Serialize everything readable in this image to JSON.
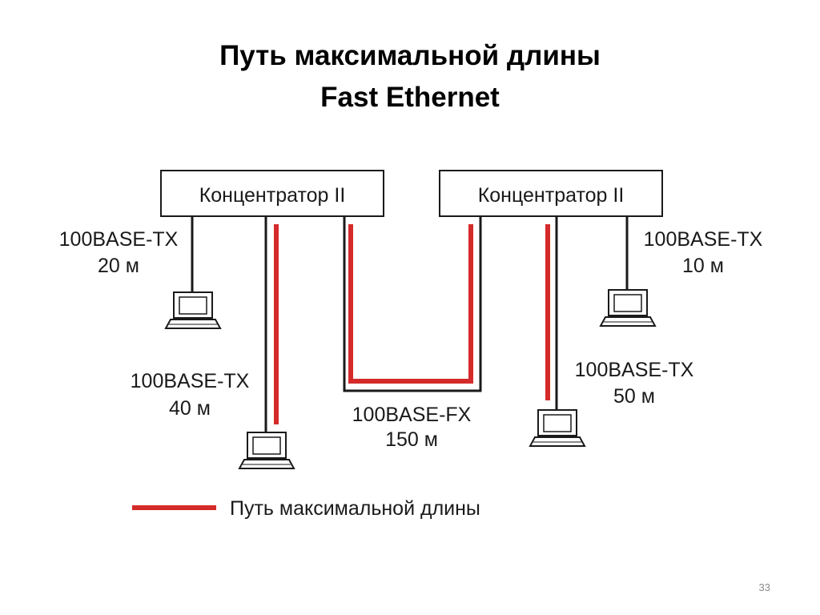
{
  "slide": {
    "title_line1": "Путь максимальной длины",
    "title_line2": "Fast Ethernet",
    "page_number": "33"
  },
  "diagram": {
    "hubs": [
      {
        "label": "Концентратор II"
      },
      {
        "label": "Концентратор II"
      }
    ],
    "links": [
      {
        "medium": "100BASE-TX",
        "length": "20 м"
      },
      {
        "medium": "100BASE-TX",
        "length": "40 м"
      },
      {
        "medium": "100BASE-FX",
        "length": "150 м"
      },
      {
        "medium": "100BASE-TX",
        "length": "50 м"
      },
      {
        "medium": "100BASE-TX",
        "length": "10 м"
      }
    ],
    "legend": {
      "label": "Путь максимальной длины"
    },
    "colors": {
      "path": "#d42a2a",
      "line": "#1a1a1a"
    }
  }
}
